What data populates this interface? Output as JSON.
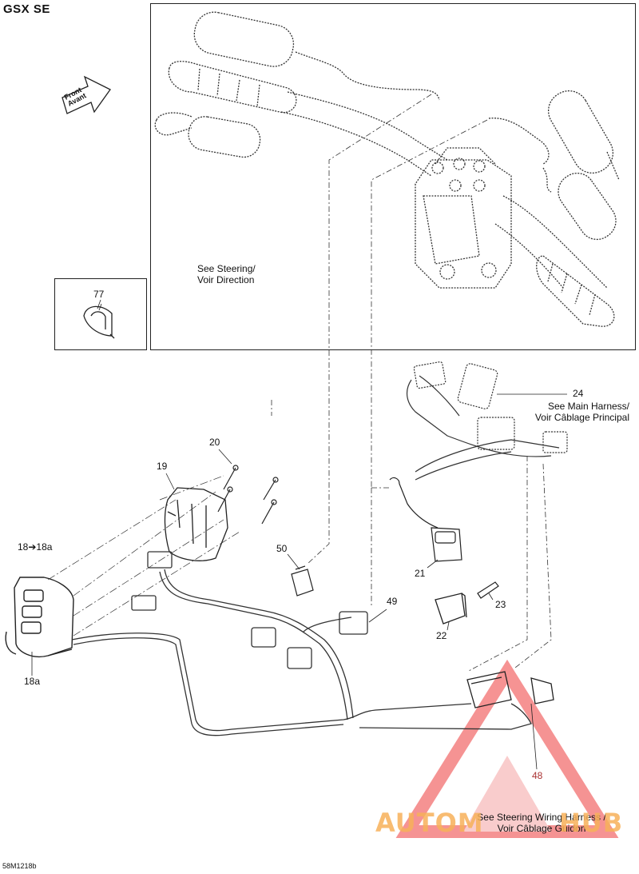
{
  "header": {
    "model_title": "GSX SE"
  },
  "footer": {
    "drawing_code": "58M1218b"
  },
  "front_arrow": {
    "line1": "Front",
    "line2": "Avant"
  },
  "inset_labels": {
    "steering_ref_line1": "See Steering/",
    "steering_ref_line2": "Voir Direction",
    "part_77": "77"
  },
  "callouts": {
    "p18_18a": "18➔18a",
    "p18a": "18a",
    "p19": "19",
    "p20": "20",
    "p21": "21",
    "p22": "22",
    "p23": "23",
    "p24": "24",
    "p48": "48",
    "p49": "49",
    "p50": "50"
  },
  "references": {
    "main_harness_line1": "See Main Harness/",
    "main_harness_line2": "Voir Câblage Principal",
    "steering_harness_line1": "See Steering Wiring Harness /",
    "steering_harness_line2": "Voir Câblage Guidon"
  },
  "watermark": {
    "left": "AUTOM",
    "mid": "",
    "right": "HUB"
  },
  "colors": {
    "line": "#222222",
    "watermark_red": "#ee3b3b",
    "watermark_orange": "#f7a84a"
  }
}
